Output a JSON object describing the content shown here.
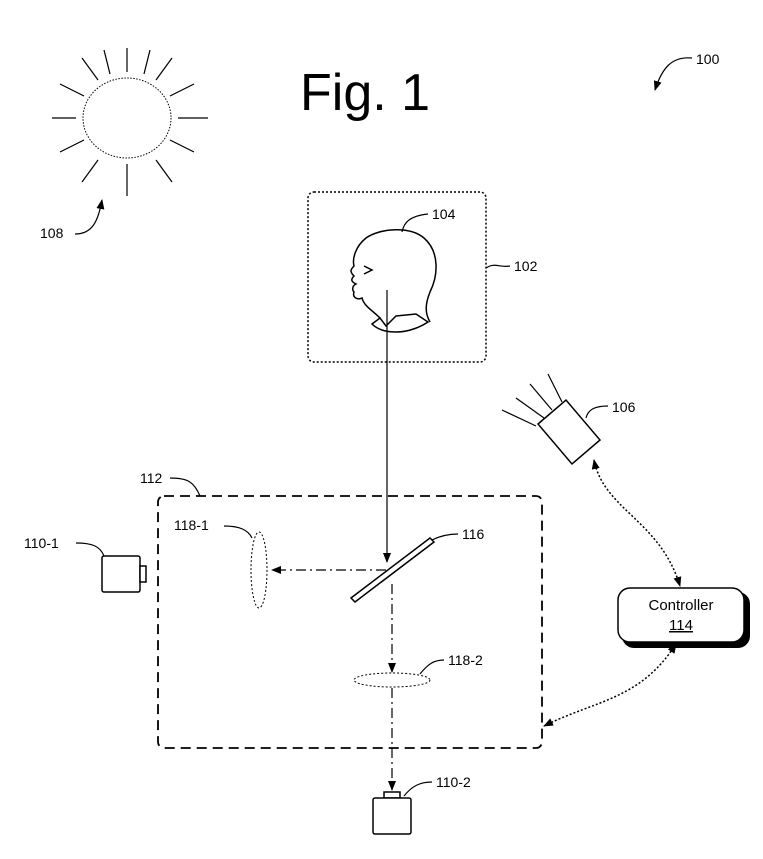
{
  "figure": {
    "title": "Fig. 1",
    "ref_system": "100",
    "ref_sun": "108",
    "ref_subject_area": "102",
    "ref_subject": "104",
    "ref_light_source": "106",
    "ref_enclosure": "112",
    "ref_camera_1": "110-1",
    "ref_camera_2": "110-2",
    "ref_lens_1": "118-1",
    "ref_lens_2": "118-2",
    "ref_mirror": "116",
    "controller_label": "Controller",
    "controller_ref": "114"
  }
}
